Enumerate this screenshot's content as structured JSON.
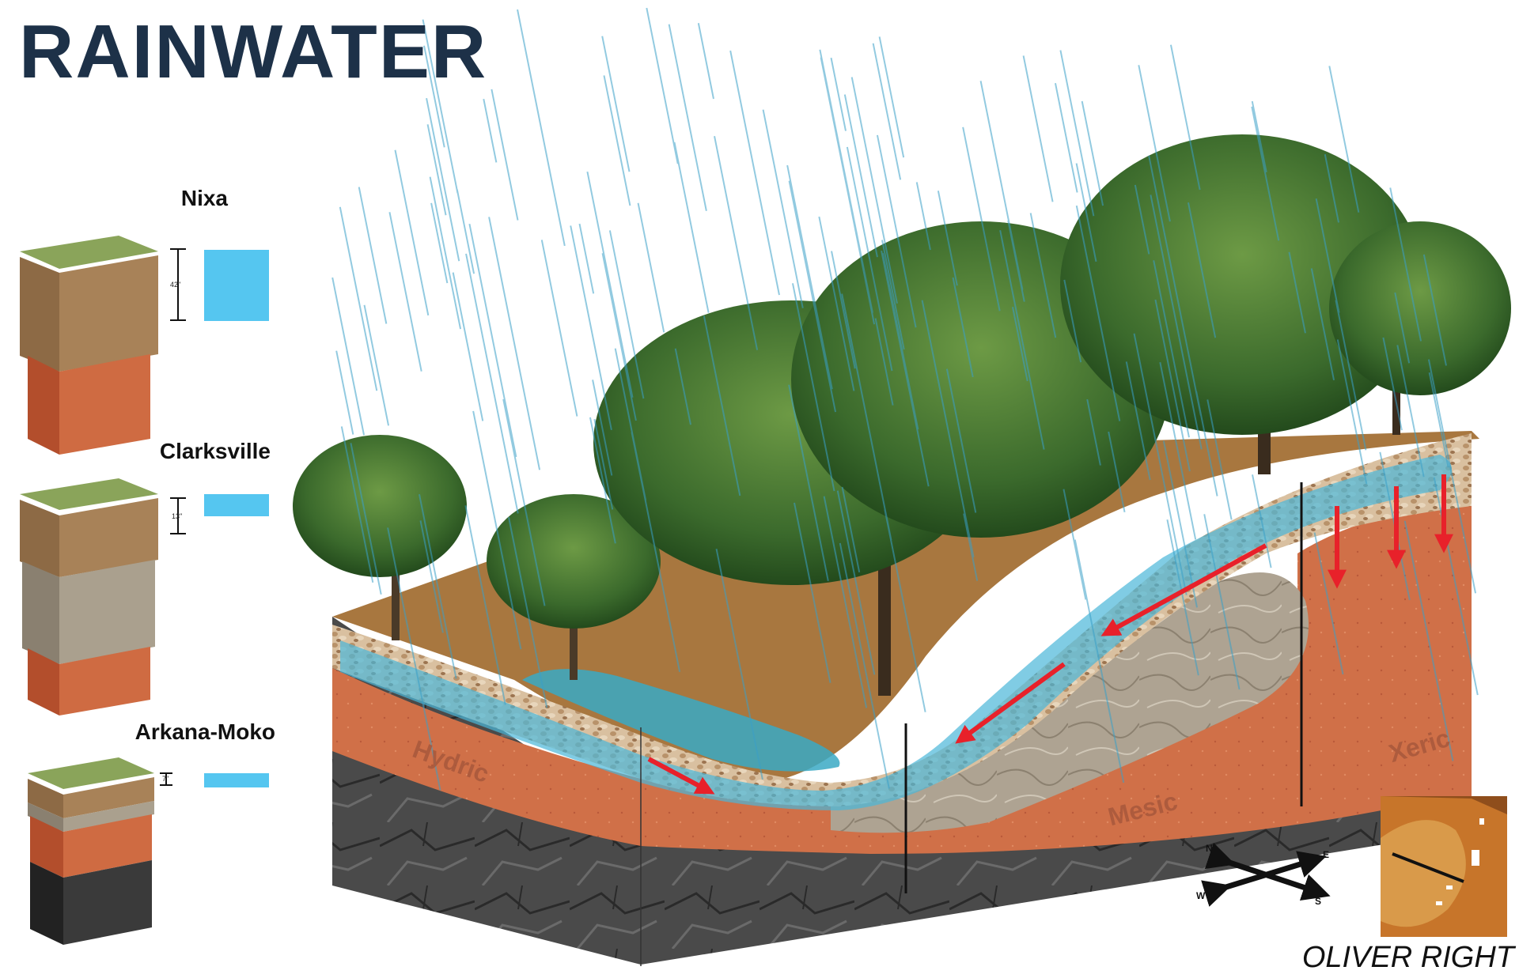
{
  "title": "RAINWATER",
  "soil_profiles": [
    {
      "name": "Nixa",
      "depth_label": "42\"",
      "water_fill": 1.0
    },
    {
      "name": "Clarksville",
      "depth_label": "13\"",
      "water_fill": 0.31
    },
    {
      "name": "Arkana-Moko",
      "depth_label": "7\"",
      "water_fill": 0.17
    }
  ],
  "zones": {
    "hydric": "Hydric",
    "mesic": "Mesic",
    "xeric": "Xeric"
  },
  "compass": {
    "n": "N",
    "e": "E",
    "s": "S",
    "w": "W"
  },
  "credit": "OLIVER RIGHT",
  "colors": {
    "title": "#1d3148",
    "water": "#55c6f0",
    "grass": "#7d9a4a",
    "topsoil": "#a07a52",
    "clay": "#c9603a",
    "bedrock": "#3d3d3d",
    "limestone": "#a09687",
    "ground_surface": "#a8773f",
    "arrows": "#e8212a",
    "trees": "#3b6a2c"
  }
}
